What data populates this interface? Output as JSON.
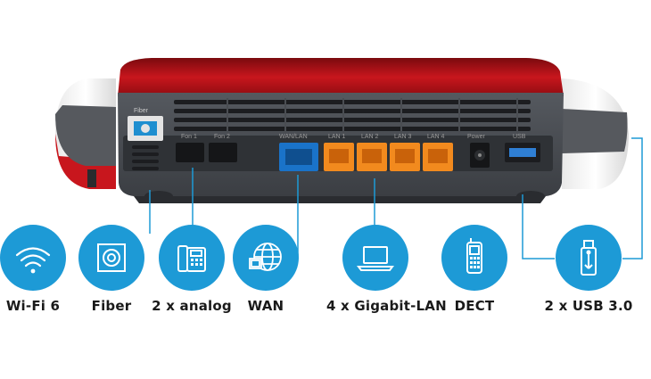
{
  "device": {
    "port_labels": {
      "fiber": "Fiber",
      "fon1": "Fon 1",
      "fon2": "Fon 2",
      "wan": "WAN/LAN",
      "lan1": "LAN 1",
      "lan2": "LAN 2",
      "lan3": "LAN 3",
      "lan4": "LAN 4",
      "power": "Power",
      "usb": "USB"
    }
  },
  "features": [
    {
      "label": "Wi-Fi 6",
      "icon": "wifi-icon"
    },
    {
      "label": "Fiber",
      "icon": "fiber-icon"
    },
    {
      "label": "2 x analog",
      "icon": "phone-icon"
    },
    {
      "label": "WAN",
      "icon": "globe-icon"
    },
    {
      "label": "4 x Gigabit-LAN",
      "icon": "laptop-icon"
    },
    {
      "label": "DECT",
      "icon": "cordless-phone-icon"
    },
    {
      "label": "2 x USB 3.0",
      "icon": "usb-stick-icon"
    }
  ],
  "colors": {
    "accent_blue": "#1d9ad6",
    "router_red": "#c0141c",
    "router_dark": "#4a4d52",
    "lan_orange": "#f28a1e",
    "wan_blue": "#1a73c9"
  }
}
